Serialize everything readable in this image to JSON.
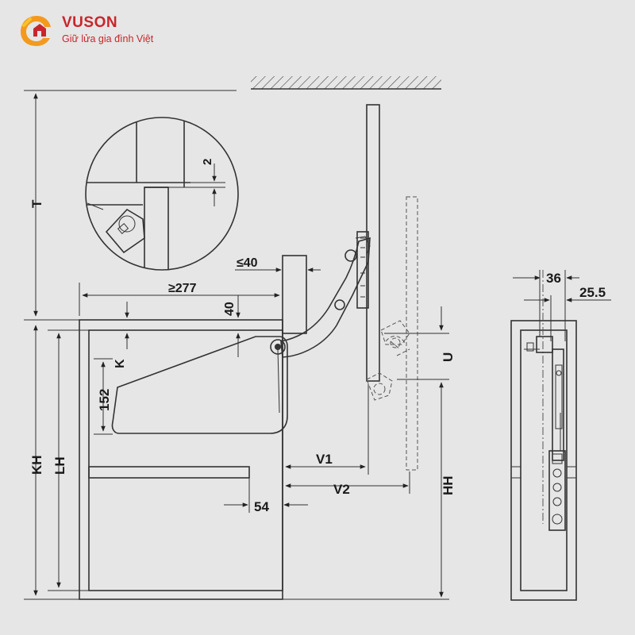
{
  "brand": {
    "name": "VUSON",
    "slogan": "Giữ lửa gia đình Việt",
    "color": "#c9252c"
  },
  "dimensions": {
    "T": "T",
    "KH": "KH",
    "LH": "LH",
    "HH": "HH",
    "K": "K",
    "U": "U",
    "V1": "V1",
    "V2": "V2",
    "d152": "152",
    "d54": "54",
    "d40": "40",
    "le40": "≤40",
    "ge277": "≥277",
    "d2": "2",
    "d36": "36",
    "d25_5": "25.5"
  }
}
